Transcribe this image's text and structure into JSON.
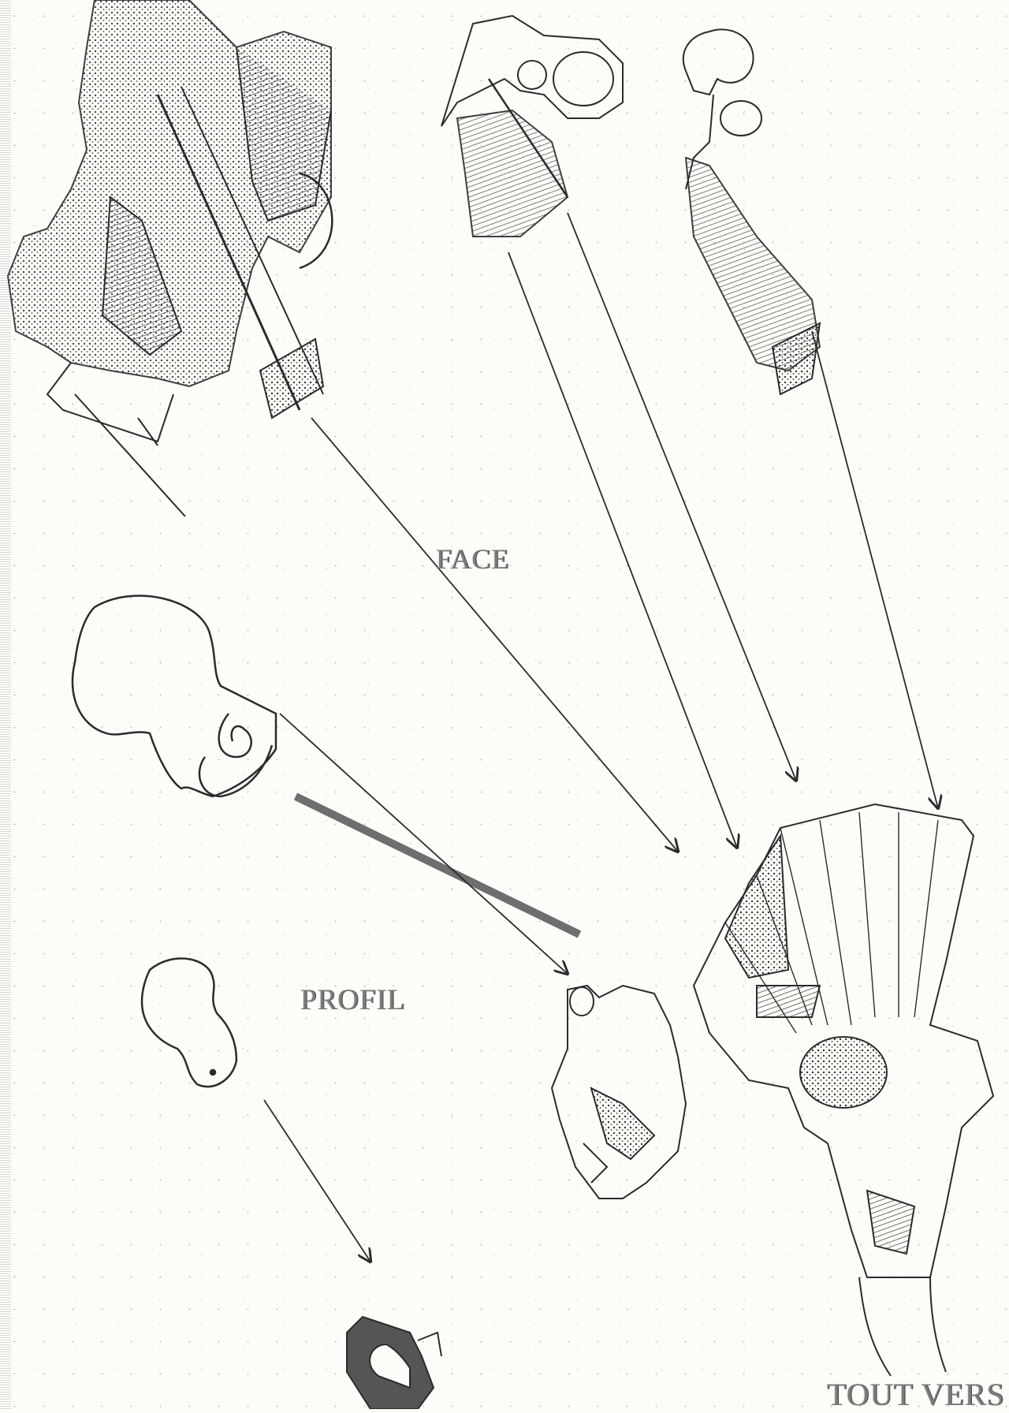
{
  "labels": {
    "face": "FACE",
    "profil": "PROFIL",
    "bottom": "TOUT VERS LA"
  },
  "colors": {
    "ink": "#2b2b2b",
    "shading": "#6e6e6e",
    "paper": "#fdfcf9"
  }
}
